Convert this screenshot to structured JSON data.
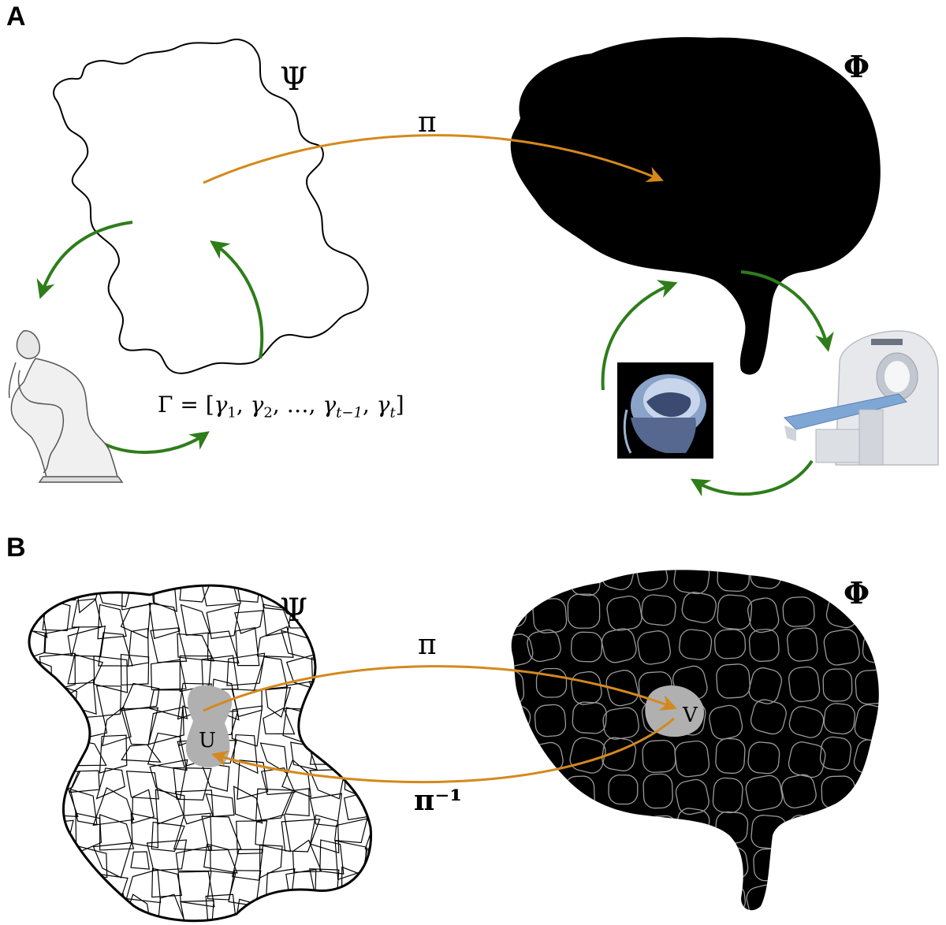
{
  "panels": {
    "a": {
      "label": "A",
      "psi": "Ψ",
      "phi": "Φ",
      "pi": "π",
      "gamma_prefix": "Γ = [",
      "gammas": [
        {
          "base": "γ",
          "sub": "1"
        },
        {
          "base": "γ",
          "sub": "2"
        },
        {
          "base": "…",
          "sub": ""
        },
        {
          "base": "γ",
          "sub": "t−1"
        },
        {
          "base": "γ",
          "sub": "t"
        }
      ],
      "gamma_suffix": "]"
    },
    "b": {
      "label": "B",
      "psi": "Ψ",
      "phi": "Φ",
      "pi": "π",
      "pi_inverse": "π⁻¹",
      "region_u": "U",
      "region_v": "V"
    }
  },
  "colors": {
    "orange_arrow": "#d4891c",
    "green_arrow": "#2e7d1a",
    "brain": "#000000",
    "region": "#b0b0b0",
    "brain_cells": "#9a9a9a"
  },
  "icons": [
    "thinker-statue-icon",
    "mri-scan-image-icon",
    "mri-scanner-icon"
  ]
}
